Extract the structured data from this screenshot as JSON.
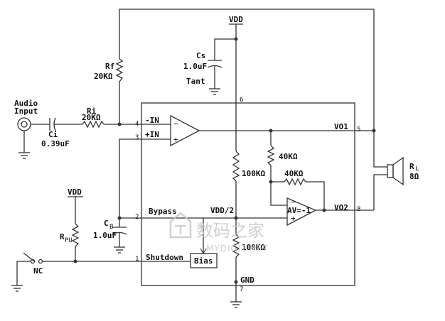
{
  "labels": {
    "vdd_top": "VDD",
    "vdd_left": "VDD",
    "cs_name": "Cs",
    "cs_value": "1.0uF",
    "cs_type": "Tant",
    "rf_name": "Rf",
    "rf_value": "20KΩ",
    "ri_name": "Ri",
    "ri_value": "20KΩ",
    "ci_name": "Ci",
    "ci_value": "0.39uF",
    "audio_input_1": "Audio",
    "audio_input_2": "Input",
    "cb_name": "C",
    "cb_sub": "B",
    "cb_value": "1.0uF",
    "rpu_name": "R",
    "rpu_sub": "PU",
    "nc": "NC",
    "minus_in": "-IN",
    "plus_in": "+IN",
    "bypass": "Bypass",
    "shutdown": "Shutdown",
    "bias": "Bias",
    "vdd_half": "VDD/2",
    "r100k_top": "100KΩ",
    "r100k_bot": "100KΩ",
    "r40k_1": "40KΩ",
    "r40k_2": "40KΩ",
    "av": "AV=-1",
    "vo1": "VO1",
    "vo2": "VO2",
    "gnd": "GND",
    "rl_name": "R",
    "rl_sub": "L",
    "rl_value": "8Ω",
    "pin_1": "1",
    "pin_2": "2",
    "pin_3": "3",
    "pin_4": "4",
    "pin_5": "5",
    "pin_6": "6",
    "pin_7": "7",
    "pin_8": "8",
    "op1_minus": "−",
    "op1_plus": "+",
    "op2_minus": "−",
    "op2_plus": "+"
  },
  "watermark": {
    "cn": "数码之家",
    "en": "MYDIGIT.NET"
  }
}
